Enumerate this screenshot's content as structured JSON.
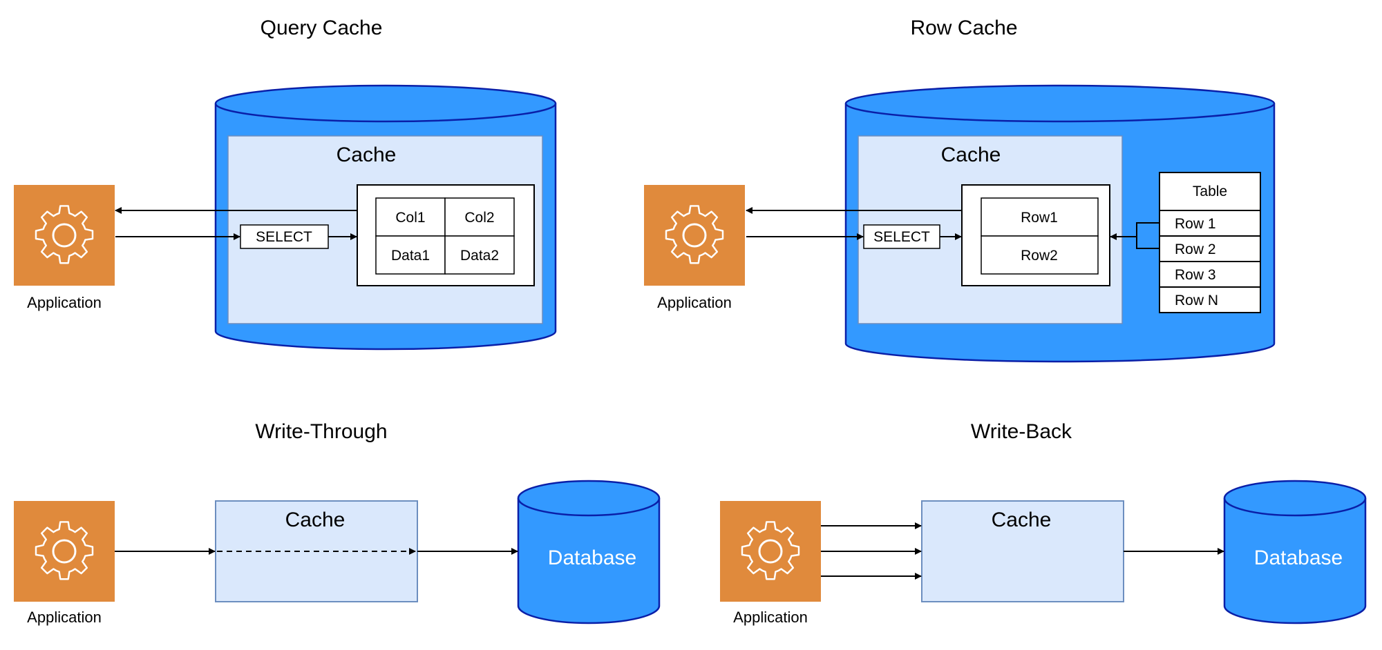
{
  "sections": {
    "query_cache": {
      "title": "Query Cache",
      "cache_label": "Cache",
      "app_label": "Application",
      "select_label": "SELECT",
      "table": {
        "headers": [
          "Col1",
          "Col2"
        ],
        "row": [
          "Data1",
          "Data2"
        ]
      }
    },
    "row_cache": {
      "title": "Row Cache",
      "cache_label": "Cache",
      "app_label": "Application",
      "select_label": "SELECT",
      "cached_rows": [
        "Row1",
        "Row2"
      ],
      "table_header": "Table",
      "table_rows": [
        "Row 1",
        "Row 2",
        "Row 3",
        "Row N"
      ]
    },
    "write_through": {
      "title": "Write-Through",
      "cache_label": "Cache",
      "app_label": "Application",
      "db_label": "Database"
    },
    "write_back": {
      "title": "Write-Back",
      "cache_label": "Cache",
      "app_label": "Application",
      "db_label": "Database"
    }
  },
  "colors": {
    "app_orange": "#E08A3C",
    "db_blue": "#3399FF",
    "db_stroke": "#0A1FA8",
    "cache_fill": "#DAE8FC",
    "cache_stroke": "#6C8EBF"
  },
  "icons": {
    "application": "gear-icon",
    "database": "cylinder-icon"
  }
}
